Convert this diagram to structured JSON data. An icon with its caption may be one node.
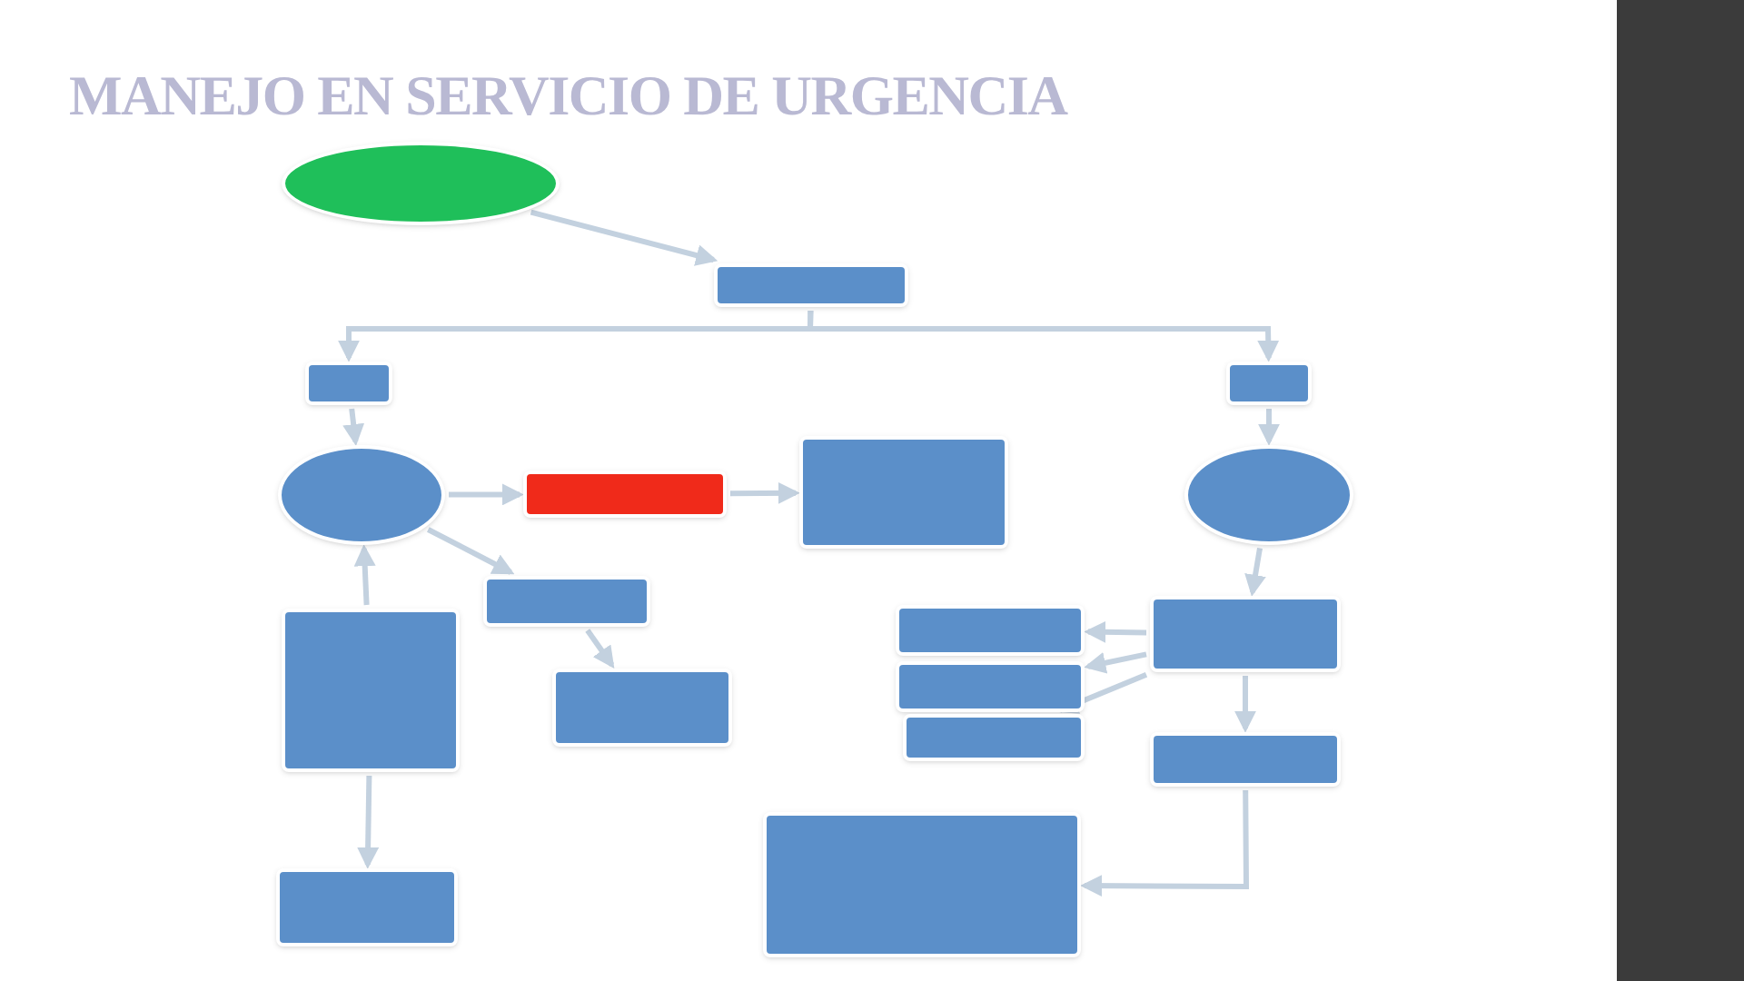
{
  "diagram": {
    "title": "MANEJO EN SERVICIO DE URGENCIA",
    "nodes": [
      {
        "text": [],
        "shape": "ellipse"
      },
      {
        "text": [],
        "shape": "box"
      },
      {
        "text": [],
        "shape": "box"
      },
      {
        "text": [],
        "shape": "box"
      },
      {
        "text": [],
        "shape": "ellipse"
      },
      {
        "text": [],
        "shape": "box"
      },
      {
        "text": [],
        "shape": "box"
      },
      {
        "text": [],
        "shape": "ellipse"
      },
      {
        "text": [],
        "shape": "box"
      },
      {
        "text": [],
        "shape": "box"
      },
      {
        "text": [],
        "shape": "box"
      },
      {
        "text": [],
        "shape": "box"
      },
      {
        "text": [],
        "shape": "box"
      },
      {
        "text": [],
        "shape": "box"
      },
      {
        "text": [],
        "shape": "box"
      },
      {
        "text": [],
        "shape": "box"
      },
      {
        "text": [],
        "shape": "box"
      },
      {
        "text": [],
        "shape": "box"
      }
    ],
    "edges": [
      {
        "from": 0,
        "to": 1,
        "arrow": "to"
      },
      {
        "from": 1,
        "to": 2,
        "arrow": "to"
      },
      {
        "from": 1,
        "to": 3,
        "arrow": "to"
      },
      {
        "from": 2,
        "to": 4,
        "arrow": "to"
      },
      {
        "from": 3,
        "to": 7,
        "arrow": "to"
      },
      {
        "from": 4,
        "to": 5,
        "arrow": "to"
      },
      {
        "from": 5,
        "to": 6,
        "arrow": "to"
      },
      {
        "from": 8,
        "to": 4,
        "arrow": "to"
      },
      {
        "from": 4,
        "to": 9,
        "arrow": "to"
      },
      {
        "from": 9,
        "to": 10,
        "arrow": "to"
      },
      {
        "from": 8,
        "to": 16,
        "arrow": "to"
      },
      {
        "from": 7,
        "to": 11,
        "arrow": "to"
      },
      {
        "from": 11,
        "to": 12,
        "arrow": "to"
      },
      {
        "from": 11,
        "to": 13,
        "arrow": "to"
      },
      {
        "from": 11,
        "to": 14,
        "arrow": "to"
      },
      {
        "from": 11,
        "to": 15,
        "arrow": "to"
      },
      {
        "from": 15,
        "to": 17,
        "arrow": "to"
      }
    ]
  }
}
